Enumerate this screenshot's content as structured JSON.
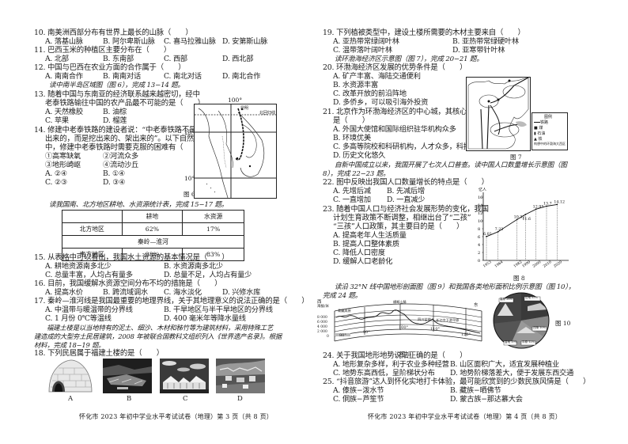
{
  "left_page": {
    "questions": [
      {
        "num": "10.",
        "stem": "南美洲西部分布有世界上最长的山脉（　　）",
        "options": [
          "A. 落基山脉",
          "B. 阿尔卑斯山脉",
          "C. 喜马拉雅山脉",
          "D. 安第斯山脉"
        ]
      },
      {
        "num": "11.",
        "stem": "巴西玉米的种植区主要分布在（　　）",
        "options": [
          "A. 北部",
          "B. 东南部",
          "C. 西部",
          "D. 西北部"
        ]
      },
      {
        "num": "12.",
        "stem": "中国与巴西在农业方面的合作属于（　　）",
        "options": [
          "A. 南南合作",
          "B. 南南对话",
          "C. 南北对话",
          "D. 南北合作"
        ]
      }
    ],
    "note_13_14": "读中南半岛区域图（图 6），完成 13−14 题。",
    "q13": {
      "num": "13.",
      "stem_line1": "随着中国与东南亚的经济联系越来越密切，经中",
      "stem_line2": "老泰铁路输往中国的农产品最不可能的是（　　）",
      "options": [
        "A. 天然橡胶",
        "B. 油棕",
        "C. 苹果",
        "D. 榴莲"
      ]
    },
    "q14": {
      "num": "14.",
      "stem_line1": "修建中老泰铁路的建设者说：“中老泰铁路不是铺",
      "stem_line2": "出来的，而是挖出来的、架出来的”。以下自然因素",
      "stem_line3": "中，修建中老泰铁路时需要克服的困难有（　　）",
      "items": [
        "①高寒缺氧",
        "②河流众多",
        "③地形崎岖",
        "④流动沙丘"
      ],
      "options": [
        "A. ②④",
        "B. ①④",
        "C. ②③",
        "D. ③④"
      ]
    },
    "map6": {
      "caption": "图 6",
      "lon_label": "100°",
      "lat_20": "20°",
      "lat_10": "10°",
      "tropic_label": "北回归线",
      "city_label": "昆明"
    },
    "note_15_17": "读我国南、北方地区耕地、水资源统计表，完成 15−17 题。",
    "table": {
      "headers": [
        "",
        "耕地",
        "水资源"
      ],
      "rows": [
        [
          "北方地区",
          "62%",
          "17%"
        ],
        [
          "秦岭—淮河"
        ],
        [
          "南方地区",
          "38%",
          "83%"
        ]
      ]
    },
    "q15": {
      "num": "15.",
      "stem": "从表格中可以看出，我国水土资源的基本情况是（　　）",
      "options": [
        "A. 耕地资源南多北少",
        "B. 水资源南多北少",
        "C. 总量丰富，人均占有量多",
        "D. 总量不足，人均占有量少"
      ]
    },
    "q16": {
      "num": "16.",
      "stem": "目前，我国缓解水资源空间分布不均的措施是（　　）",
      "options": [
        "A. 提高水价",
        "B. 跨流域调水",
        "C. 海水淡化",
        "D. 兴修水库"
      ]
    },
    "q17": {
      "num": "17.",
      "stem": "秦岭—淮河线是我国最重要的地理界线，关于其地理意义的说法正确的是（　　）",
      "options": [
        "A. 中温带与暖温带的分界线",
        "B. 干旱地区与半干旱地区的分界线",
        "C. 1 月份 0℃等温线",
        "D. 400 毫米年等降水量线"
      ]
    },
    "passage_line1": "福建土楼是以当地特有的泥土、细沙、木材和秭竹等为建筑材料，采用特殊工艺",
    "passage_line2": "建造成的大型夯土民居建筑，2008 年被联合国教科文组织列入《世界遗产名录》。根据",
    "passage_line3": "材料，完成 18−19 题。",
    "q18": {
      "num": "18.",
      "stem": "下列民居属于福建土楼的是（　　）",
      "image_labels": [
        "A",
        "B",
        "C",
        "D"
      ]
    },
    "footer": "怀化市 2023 年初中学业水平考试试卷（地理）第 3 页（共 8 页）"
  },
  "right_page": {
    "q19": {
      "num": "19.",
      "stem": "下列植被类型中，建设土楼所需要的木材主要来自（　　）",
      "options": [
        "A. 亚热带常绿阔叶林",
        "B. 亚热带常绿硬叶林",
        "C. 温带落叶阔叶林",
        "D. 亚寒带针叶林"
      ]
    },
    "note_20_21": "读环渤海经济区示意图（图 7），完成 20−21 题。",
    "q20": {
      "num": "20.",
      "stem": "环渤海经济区发展的优势条件是（　　）",
      "options": [
        "A. 矿产丰富、海陆交通便利",
        "B. 水资源丰富",
        "C. 改革开放的前沿阵地",
        "D. 多侨乡，可以吸引海外投资"
      ]
    },
    "q21": {
      "num": "21.",
      "stem_line1": "北京作为环渤海经济区的中心城，其核心优势",
      "stem_line2": "是（　　）",
      "options": [
        "A. 外国大使馆和国际组织驻华机构众多",
        "B. 环境优美",
        "C. 多高等院校和科研机构，人才众多，科技发达",
        "D. 历史文化悠久"
      ]
    },
    "map7": {
      "caption": "图 7",
      "legend_title": "图例",
      "legend_items": [
        "铁路",
        "煤",
        "石油",
        "铁",
        "构想中的环渤海大西区"
      ],
      "places": [
        "北京",
        "天津",
        "大连",
        "烟台",
        "青岛",
        "辽中南",
        "京津冀",
        "山东半岛",
        "环渤海西区"
      ]
    },
    "note_22_23_line1": "自新中国成立以来，我国开展了七次人口普查。读中国人口数量增长示意图（图",
    "note_22_23_line2": "8），完成 22−23 题。",
    "q22": {
      "num": "22.",
      "stem": "图中反映出我国人口数量增长的特点是（　　）",
      "options": [
        "A. 先增后减",
        "B. 先减后增",
        "C. 一直增加",
        "D. 一直减少"
      ]
    },
    "q23": {
      "num": "23.",
      "stem_line1": "随着中国人口与经济社会发展形势的变化，我国",
      "stem_line2": "计划生育政策不断调整，相继出台了“二孩”",
      "stem_line3": "“三孩”人口政策，其主要目的是（　　）",
      "options": [
        "A. 提高老年人生活质量",
        "B. 提高人口整体素质",
        "C. 降低人口密度",
        "D. 缓解人口老龄化"
      ]
    },
    "note_24_line1": "读沿 32°N 线中国地形剖面图（图 9）和我国各类地形面积比例示意图（图 10），",
    "note_24_line2": "完成 24 题。",
    "fig9": {
      "caption": "图 9",
      "west": "西",
      "east": "东",
      "ylabel": "海拔/米",
      "yticks": [
        "8 000",
        "6 000",
        "4 000",
        "2 000",
        "0"
      ],
      "xticks": [
        "80°",
        "90°",
        "100°",
        "110°",
        "120°"
      ],
      "regions": [
        "青藏高原",
        "横断山脉",
        "四川盆地",
        "长江中下游平原"
      ]
    },
    "fig10": {
      "caption": "图 10",
      "segments": [
        "高原 26%",
        "山地 33%",
        "丘陵 10%",
        "平原 12%",
        "盆地 19%"
      ]
    },
    "q24": {
      "num": "24.",
      "stem": "关于我国地形地势说法正确的是（　　）",
      "options": [
        "A. 地形复杂多样，利于农业多种经营",
        "B. 山区面积广大，适宜发展种植业",
        "C. 地势东高西低，呈阶梯状分布",
        "D. 地势阶梯落差大，便于发展东西交通"
      ]
    },
    "q25": {
      "num": "25.",
      "stem": "“抖音旅游”达人到怀化实地打卡体验，最可能欣赏到的少数民族风情是（　　）",
      "options": [
        "A. 傣族−泼水节",
        "B. 藏族−晒佛节",
        "C. 侗族−芦笙节",
        "D. 蒙古族−那达慕大会"
      ]
    },
    "footer": "怀化市 2023 年初中学业水平考试试卷（地理）第 4 页（共 8 页）"
  },
  "chart_data": {
    "type": "line",
    "title": "图 8 中国人口数量增长示意图",
    "xlabel": "年份",
    "ylabel": "亿人",
    "x": [
      1953,
      1964,
      1982,
      1990,
      2000,
      2010,
      2020
    ],
    "values": [
      6.02,
      7.23,
      10.32,
      11.6,
      12.95,
      13.7,
      14.12
    ],
    "ylim": [
      0,
      16
    ],
    "yticks": [
      0,
      2,
      4,
      6,
      8,
      10,
      12,
      14,
      16
    ],
    "grid": false,
    "x_tick_labels": [
      "1953",
      "1964",
      "1982",
      "1990",
      "2000",
      "2010",
      "2020"
    ],
    "data_labels": [
      "6.02",
      "7.23",
      "10.32",
      "11.6",
      "12.95",
      "13.7",
      "14.12"
    ],
    "y_unit_label": "亿人",
    "caption": "图 8"
  }
}
